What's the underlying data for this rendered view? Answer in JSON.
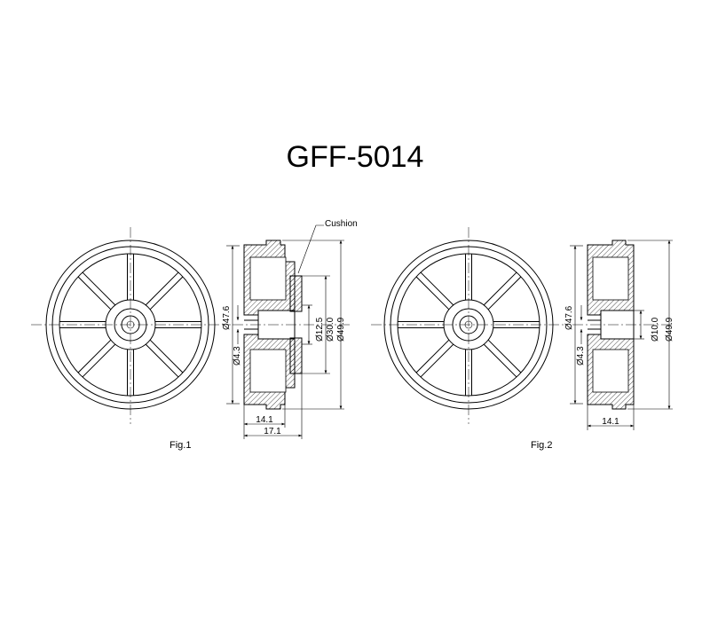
{
  "title": "GFF-5014",
  "fig1": {
    "label": "Fig.1",
    "callout": "Cushion",
    "dims": {
      "d_outer_left": "Ø47.6",
      "d_bore": "Ø4.3",
      "d_cushion_inner": "Ø12.5",
      "d_cushion_outer": "Ø30.0",
      "d_outer_right": "Ø49.9",
      "w_body": "14.1",
      "w_total": "17.1"
    }
  },
  "fig2": {
    "label": "Fig.2",
    "dims": {
      "d_outer_left": "Ø47.6",
      "d_bore": "Ø4.3",
      "d_hub": "Ø10.0",
      "d_outer_right": "Ø49.9",
      "w_body": "14.1"
    }
  }
}
